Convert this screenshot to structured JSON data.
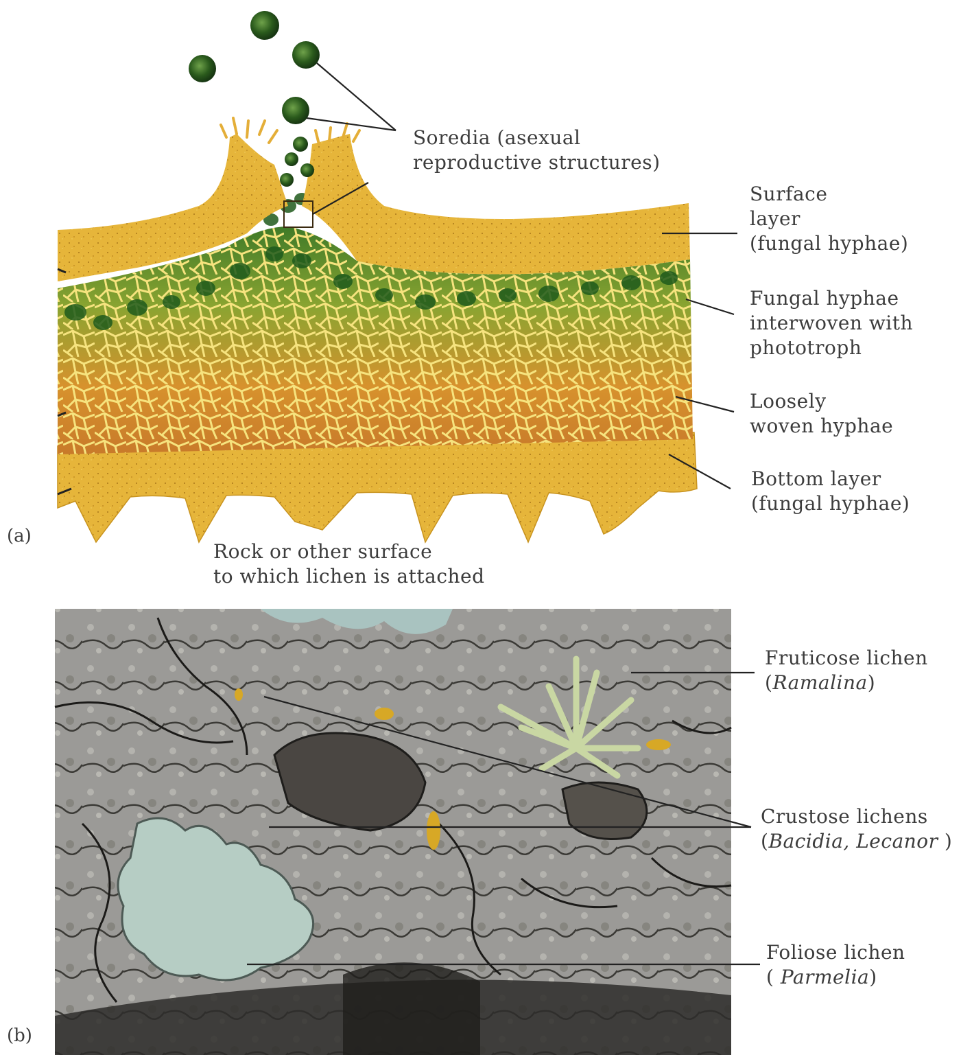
{
  "panel_a": {
    "tag": "(a)",
    "labels": {
      "soredia_1": "Soredia (asexual",
      "soredia_2": "reproductive structures)",
      "surface_1": "Surface",
      "surface_2": "layer",
      "surface_3": "(fungal hyphae)",
      "fungal_1": "Fungal hyphae",
      "fungal_2": "interwoven with",
      "fungal_3": "phototroph",
      "loose_1": "Loosely",
      "loose_2": "woven hyphae",
      "bottom_1": "Bottom layer",
      "bottom_2": "(fungal hyphae)",
      "rock_1": "Rock or other surface",
      "rock_2": "to which lichen is attached"
    }
  },
  "panel_b": {
    "tag": "(b)",
    "labels": {
      "fruticose_1": "Fruticose lichen",
      "fruticose_2_open": "(",
      "fruticose_2_italic": "Ramalina",
      "fruticose_2_close": ")",
      "crustose_1": "Crustose lichens",
      "crustose_2_open": "(",
      "crustose_2_italic": "Bacidia, Lecanor",
      "crustose_2_close": " )",
      "foliose_1": "Foliose lichen",
      "foliose_2_open": "( ",
      "foliose_2_italic": "Parmelia",
      "foliose_2_close": ")"
    }
  },
  "colors": {
    "cortex": "#e8b93c",
    "cortex_dark": "#d49a22",
    "algae": "#2f6b22",
    "medulla": "#d98a2a",
    "hyphae": "#f4e27a",
    "rock": "#9a9a98",
    "rock_dark": "#3a3a38",
    "lichen_pale": "#b8cfc6",
    "fruticose": "#c8d6a4"
  }
}
